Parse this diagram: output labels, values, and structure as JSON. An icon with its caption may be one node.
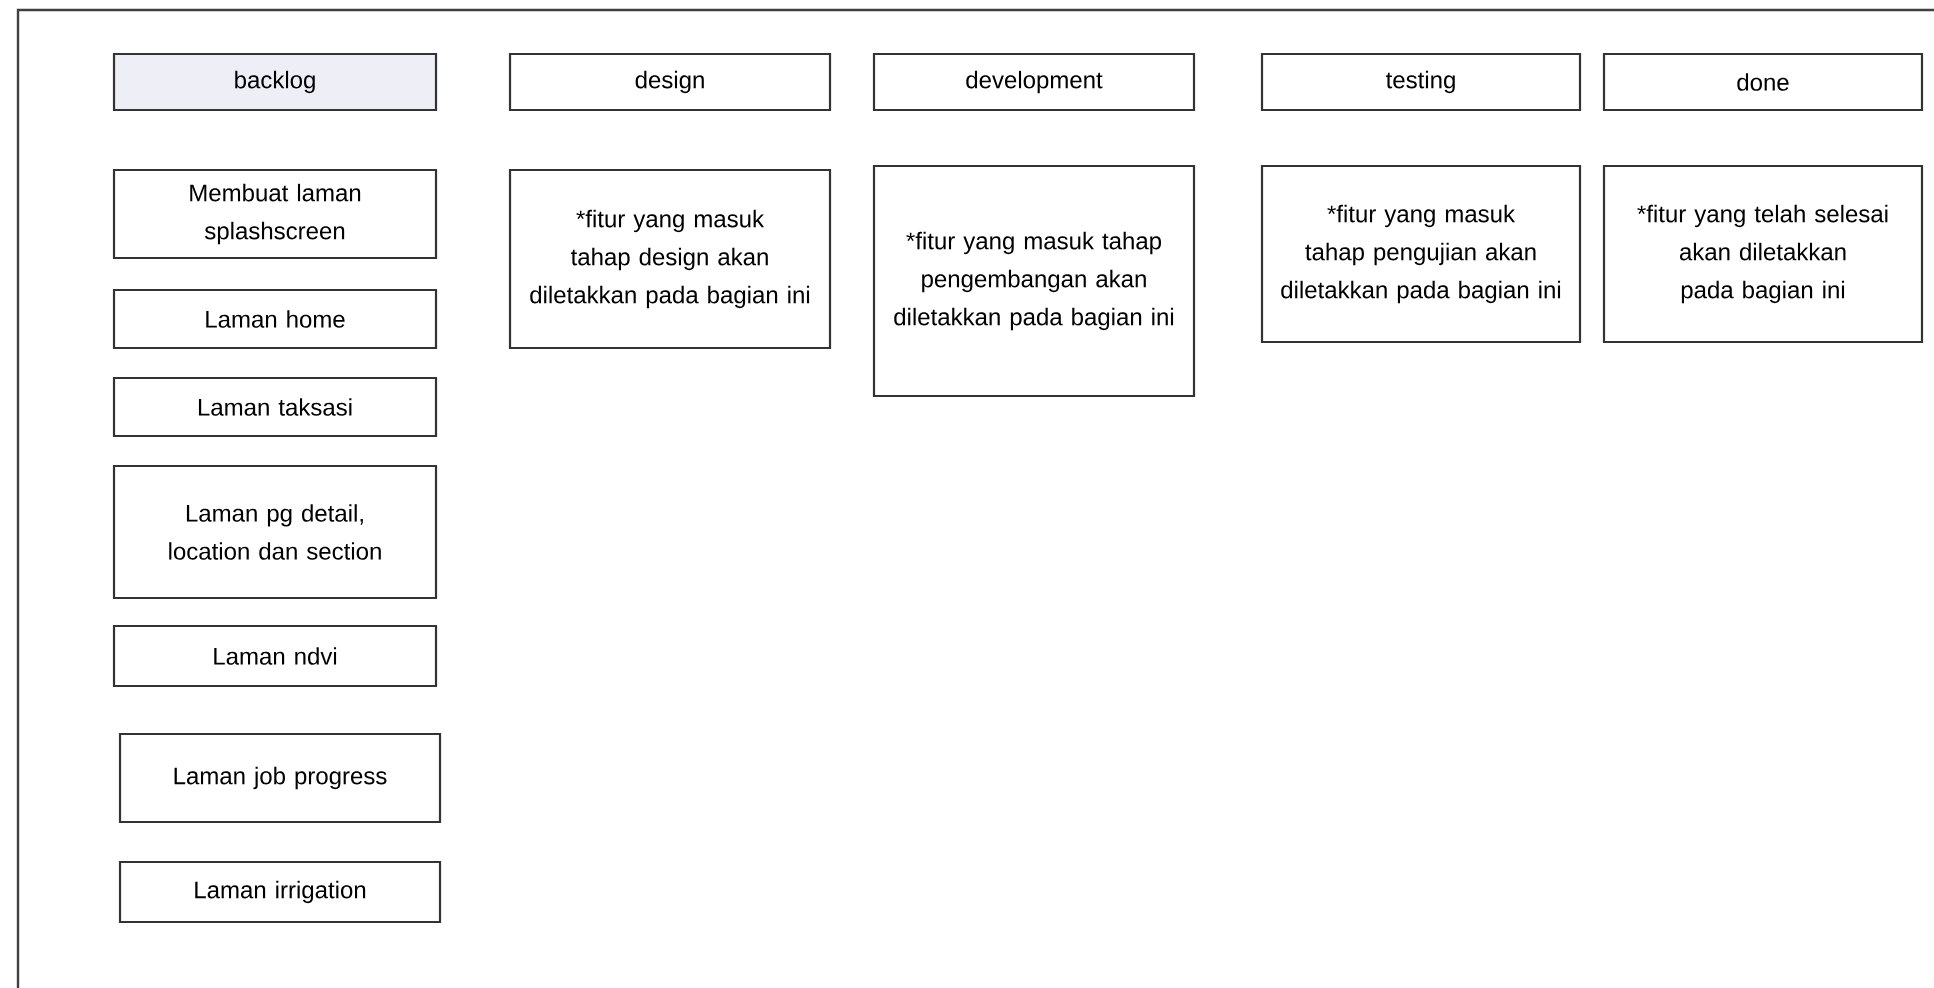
{
  "diagram": {
    "nodes": [
      {
        "text": [
          "backlog"
        ]
      },
      {
        "text": [
          "design"
        ]
      },
      {
        "text": [
          "development"
        ]
      },
      {
        "text": [
          "testing"
        ]
      },
      {
        "text": [
          "done"
        ]
      },
      {
        "text": [
          "Membuat laman splashscreen"
        ]
      },
      {
        "text": [
          "Laman home"
        ]
      },
      {
        "text": [
          "Laman taksasi"
        ]
      },
      {
        "text": [
          "Laman pg detail, location dan section"
        ]
      },
      {
        "text": [
          "Laman ndvi"
        ]
      },
      {
        "text": [
          "Laman job progress"
        ]
      },
      {
        "text": [
          "Laman irrigation"
        ]
      },
      {
        "text": [
          "*fitur yang masuk tahap design akan diletakkan pada bagian ini"
        ]
      },
      {
        "text": [
          "*fitur yang masuk tahap pengembangan akan diletakkan pada bagian ini"
        ]
      },
      {
        "text": [
          "*fitur yang masuk tahap pengujian akan diletakkan pada bagian ini"
        ]
      },
      {
        "text": [
          "*fitur yang telah selesai akan diletakkan pada bagian ini"
        ]
      }
    ]
  }
}
